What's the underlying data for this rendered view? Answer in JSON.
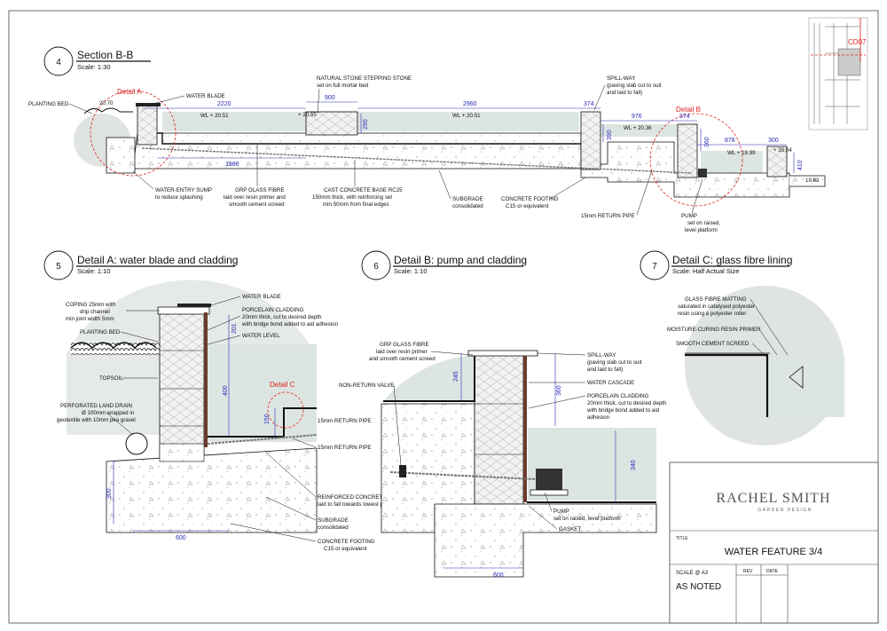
{
  "sheet": {
    "title_label": "TITLE",
    "title": "WATER FEATURE 3/4",
    "scale_label": "SCALE @ A3",
    "scale_value": "AS NOTED",
    "rev_label": "REV",
    "date_label": "DATE",
    "brand_name": "RACHEL SMITH",
    "brand_sub": "GARDEN DESIGN",
    "key_ref": "CD07"
  },
  "section_bb": {
    "number": "4",
    "title": "Section B-B",
    "scale": "Scale: 1:30",
    "detail_a_ref": "Detail A",
    "detail_b_ref": "Detail B",
    "labels": {
      "planting_bed": "PLANTING BED",
      "water_blade": "WATER BLADE",
      "stepping_stone_1": "NATURAL STONE STEPPING STONE",
      "stepping_stone_2": "set on full mortar bed",
      "spillway_1": "SPILL-WAY",
      "spillway_2": "(paving slab cut to suit",
      "spillway_3": "and laid to fall)",
      "sump_1": "WATER-ENTRY SUMP",
      "sump_2": "to reduce splashing",
      "grp_1": "GRP GLASS FIBRE",
      "grp_2": "laid over resin primer and",
      "grp_3": "smooth cement screed",
      "base_1": "CAST CONCRETE BASE RC25",
      "base_2": "150mm thick, with reinforcing set",
      "base_3": "min 50mm from final edges",
      "subgrade_1": "SUBGRADE",
      "subgrade_2": "consolidated",
      "footing_1": "CONCRETE FOOTING",
      "footing_2": "C15 or equivalent",
      "return_pipe": "15mm RETURN PIPE",
      "pump_1": "PUMP",
      "pump_2": "set on raised,",
      "pump_3": "level platform"
    },
    "dims": {
      "d2220": "2220",
      "d900": "900",
      "d2960": "2960",
      "d374a": "374",
      "d374b": "374",
      "d976": "976",
      "d878": "878",
      "d300": "300",
      "d290": "290",
      "d390": "390",
      "d360": "360",
      "d410": "410",
      "d1980": "1980"
    },
    "levels": {
      "l2070": "20.70",
      "l2055": "+ 20.55",
      "wl2051a": "WL + 20.51",
      "wl2051b": "WL + 20.51",
      "wl2036": "WL + 20.36",
      "wl1999": "WL + 19.99",
      "l2004": "+ 20.04",
      "l1963": "19.63"
    }
  },
  "detail_a": {
    "number": "5",
    "title": "Detail A: water blade and cladding",
    "scale": "Scale: 1:10",
    "detail_c_ref": "Detail C",
    "labels": {
      "water_blade": "WATER BLADE",
      "coping_1": "COPING 25mm with",
      "coping_2": "drip channel",
      "coping_3": "min joint width 5mm",
      "porcelain_1": "PORCELAIN CLADDING",
      "porcelain_2": "20mm thick, cut to desired depth",
      "porcelain_3": "with bridge bond added to aid adhesion",
      "planting_bed": "PLANTING BED",
      "water_level": "WATER LEVEL",
      "topsoil": "TOPSOIL",
      "drain_1": "PERFORATED LAND DRAIN",
      "drain_2": "Ø 100mm wrapped in",
      "drain_3": "geotextile with 10mm pea gravel",
      "return_pipe": "15mm RETURN PIPE",
      "base_1": "REINFORCED CONCRETE BASE",
      "base_2": "laid to fall towards lowest pool",
      "subgrade_1": "SUBGRADE",
      "subgrade_2": "consolidated",
      "footing_1": "CONCRETE FOOTING",
      "footing_2": "C15 or equivalent"
    },
    "dims": {
      "d201": "201",
      "d400": "400",
      "d150": "150",
      "d300": "300",
      "d600": "600"
    }
  },
  "detail_b": {
    "number": "6",
    "title": "Detail B: pump and cladding",
    "scale": "Scale: 1:10",
    "labels": {
      "grp_1": "GRP GLASS FIBRE",
      "grp_2": "laid over resin primer",
      "grp_3": "and smooth cement screed",
      "nrv": "NON-RETURN VALVE",
      "return_pipe": "15mm RETURN PIPE",
      "spillway_1": "SPILL-WAY",
      "spillway_2": "(paving slab cut to suit",
      "spillway_3": "and laid to fall)",
      "cascade": "WATER CASCADE",
      "porcelain_1": "PORCELAIN CLADDING",
      "porcelain_2": "20mm thick, cut to desired depth",
      "porcelain_3": "with bridge bond added to aid",
      "porcelain_4": "adhesion",
      "pump_1": "PUMP",
      "pump_2": "set on raised, level platform",
      "gasket": "GASKET"
    },
    "dims": {
      "d245": "245",
      "d360": "360",
      "d340": "340",
      "d600": "600"
    }
  },
  "detail_c": {
    "number": "7",
    "title": "Detail C: glass fibre lining",
    "scale": "Scale: Half Actual Size",
    "labels": {
      "matting_1": "GLASS FIBRE MATTING",
      "matting_2": "saturated in catalysed polyester",
      "matting_3": "resin using a polyester roller",
      "primer": "MOISTURE-CURING RESIN PRIMER",
      "screed": "SMOOTH CEMENT SCREED"
    }
  }
}
